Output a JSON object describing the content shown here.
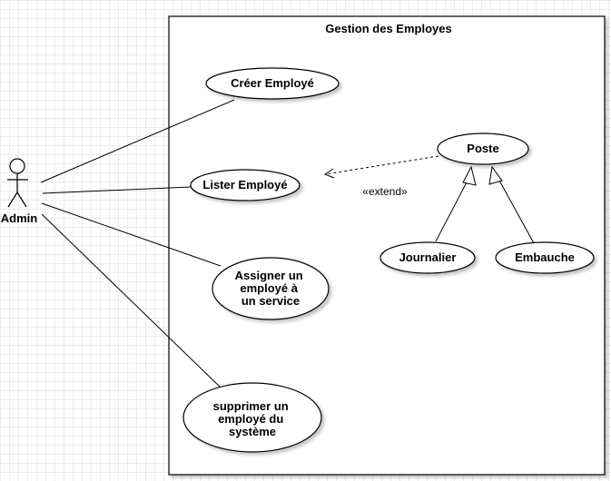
{
  "system": {
    "title": "Gestion des Employes"
  },
  "actor": {
    "label": "Admin"
  },
  "use_cases": {
    "creer": [
      "Créer Employé"
    ],
    "lister": [
      "Lister Employé"
    ],
    "assigner": [
      "Assigner un",
      "employé à",
      "un service"
    ],
    "supprimer": [
      "supprimer un",
      "employé du",
      "système"
    ],
    "poste": [
      "Poste"
    ],
    "journalier": [
      "Journalier"
    ],
    "embauche": [
      "Embauche"
    ]
  },
  "relations": {
    "extend_label": "«extend»"
  },
  "colors": {
    "line": "#000000",
    "fill": "#ffffff",
    "background": "#ffffff",
    "grid": "#ececec"
  }
}
